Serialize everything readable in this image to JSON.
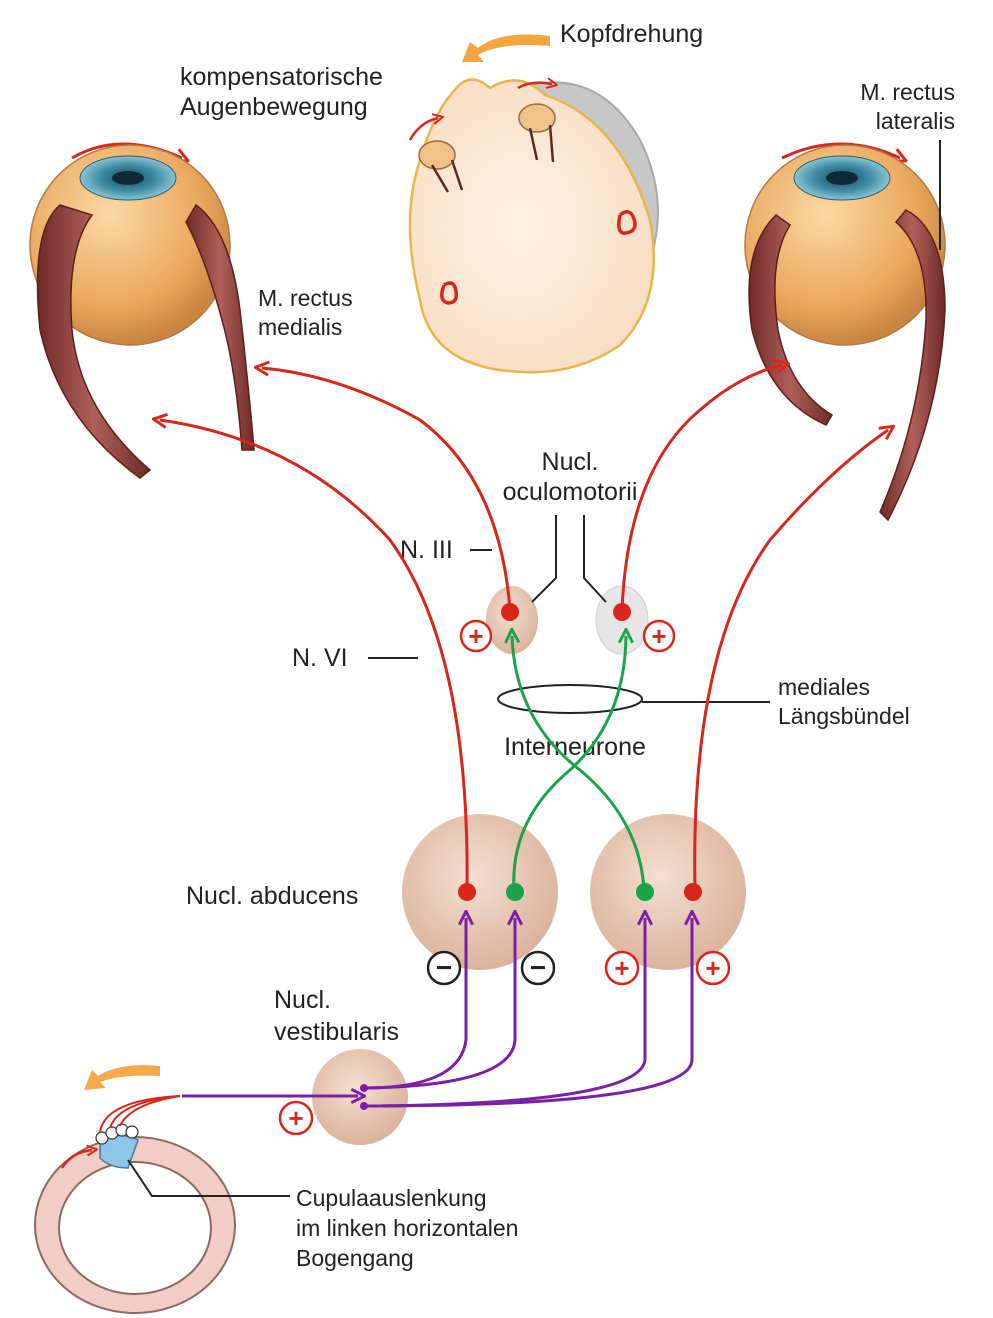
{
  "labels": {
    "head_rotation": "Kopfdrehung",
    "compensatory_line1": "kompensatorische",
    "compensatory_line2": "Augenbewegung",
    "rectus_lateralis_line1": "M. rectus",
    "rectus_lateralis_line2": "lateralis",
    "rectus_medialis_line1": "M. rectus",
    "rectus_medialis_line2": "medialis",
    "oculomotor_line1": "Nucl.",
    "oculomotor_line2": "oculomotorii",
    "n3": "N. III",
    "n6": "N. VI",
    "mlf_line1": "mediales",
    "mlf_line2": "Längsbündel",
    "interneurons": "Interneurone",
    "abducens": "Nucl. abducens",
    "vestibular_line1": "Nucl.",
    "vestibular_line2": "vestibularis",
    "cupula_line1": "Cupulaauslenkung",
    "cupula_line2": "im linken horizontalen",
    "cupula_line3": "Bogengang"
  },
  "signs": {
    "plus": "+",
    "minus": "−"
  },
  "colors": {
    "motor_pathway": "#d9261c",
    "interneuron_pathway": "#1aa34a",
    "vestibular_pathway": "#7a1fa8",
    "nucleus_fill": "#e9cbb8",
    "muscle": "#8c3a36",
    "rotation_arrow": "#f39a2b",
    "eye_iris": "#3f8ea6"
  }
}
